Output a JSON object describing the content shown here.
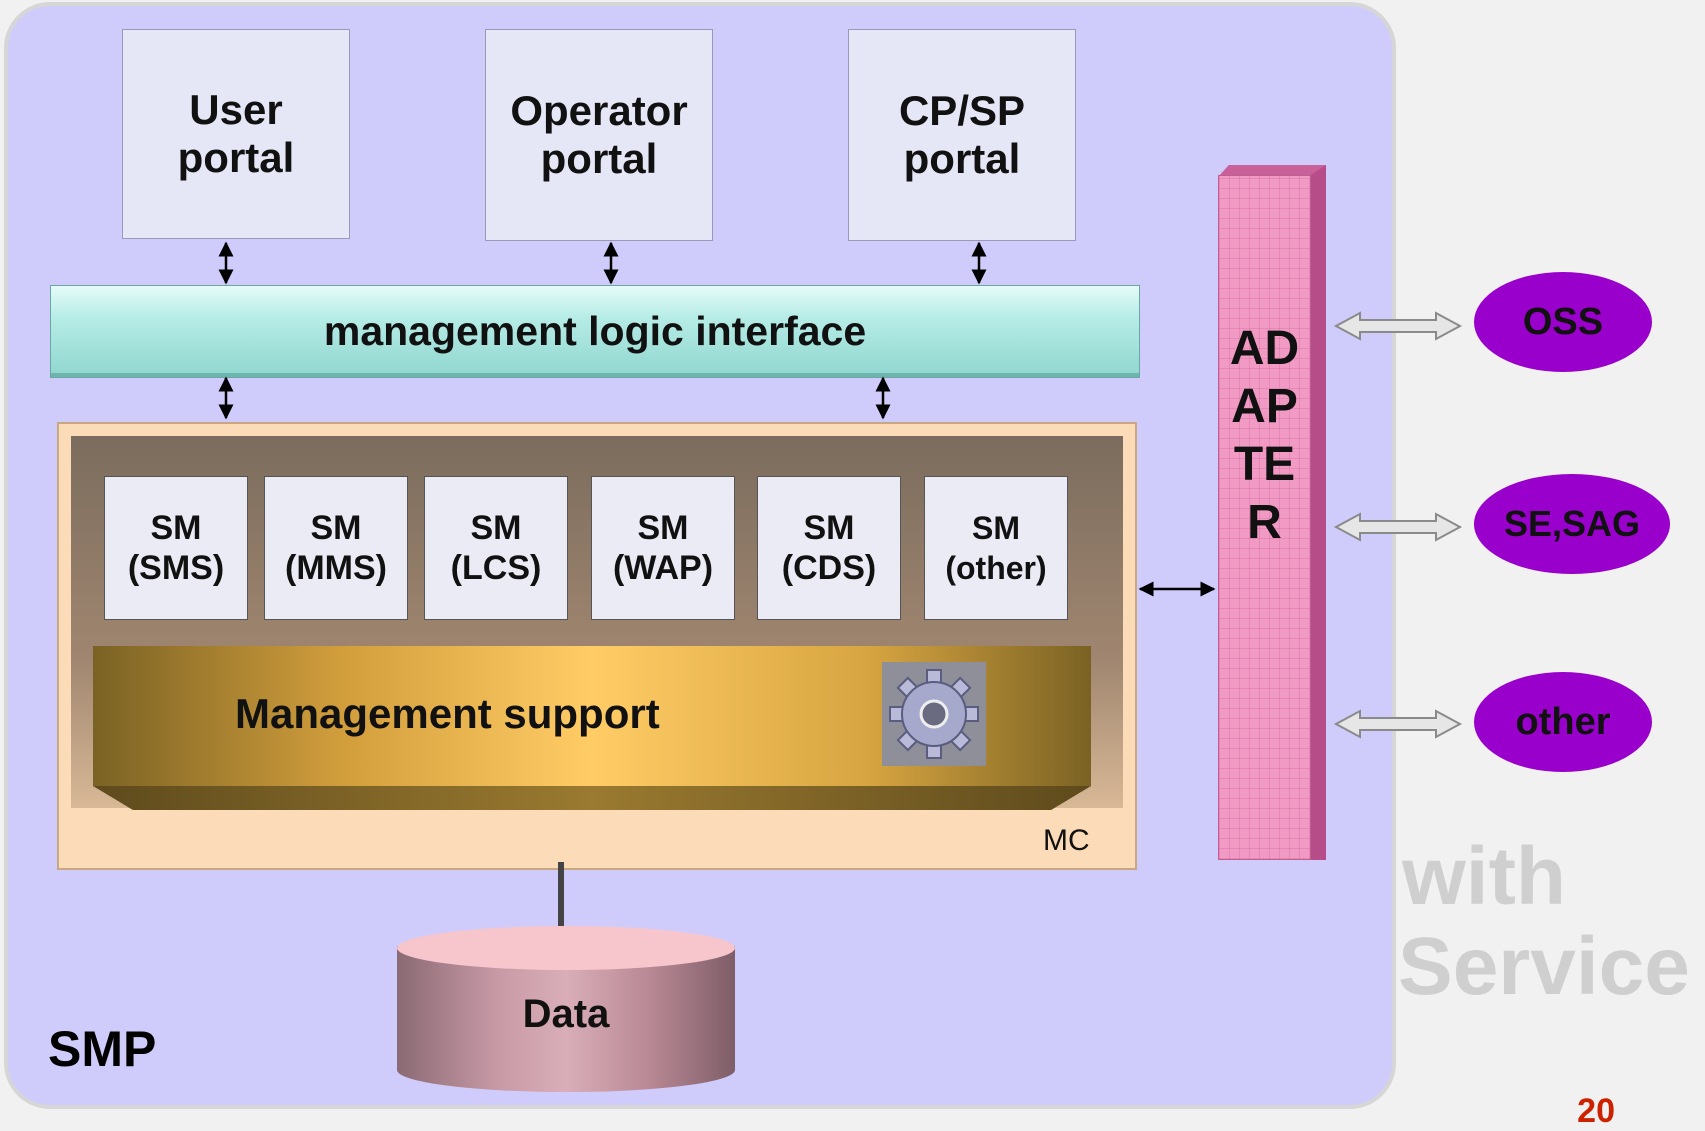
{
  "background": {
    "watermark_line1": "with",
    "watermark_line2": "Service",
    "page_number": "20"
  },
  "smp": {
    "label": "SMP"
  },
  "portals": [
    {
      "label": "User\nportal"
    },
    {
      "label": "Operator\nportal"
    },
    {
      "label": "CP/SP\nportal"
    }
  ],
  "interface": {
    "label": "management logic interface"
  },
  "mc": {
    "label": "MC",
    "sm_modules": [
      {
        "label": "SM\n(SMS)"
      },
      {
        "label": "SM\n(MMS)"
      },
      {
        "label": "SM\n(LCS)"
      },
      {
        "label": "SM\n(WAP)"
      },
      {
        "label": "SM\n(CDS)"
      },
      {
        "label": "SM\n(other)"
      }
    ],
    "support": {
      "label": "Management support",
      "icon": "gear-icon"
    }
  },
  "adapter": {
    "label": "ADAPTER"
  },
  "external_systems": [
    {
      "label": "OSS"
    },
    {
      "label": "SE,SAG"
    },
    {
      "label": "other"
    }
  ],
  "database": {
    "label": "Data"
  },
  "colors": {
    "smp_fill": "#cfccfc",
    "adapter_fill": "#f09ac4",
    "ellipse_fill": "#9900cc",
    "interface_fill": "#b6ece6"
  }
}
